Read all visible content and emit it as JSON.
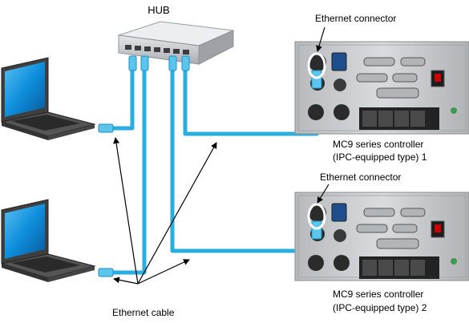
{
  "hub": {
    "label": "HUB"
  },
  "controllers": [
    {
      "connector_label": "Ethernet connector",
      "title_line1": "MC9 series controller",
      "title_line2": "(IPC-equipped type) 1"
    },
    {
      "connector_label": "Ethernet connector",
      "title_line1": "MC9 series controller",
      "title_line2": "(IPC-equipped type) 2"
    }
  ],
  "cable": {
    "label": "Ethernet cable"
  },
  "colors": {
    "cable": "#29aee0",
    "cable_plug": "#5cc5ee",
    "hub_body": "#cfd2d6",
    "hub_shadow": "#8e9297",
    "laptop_body": "#4a4a4a",
    "laptop_screen": "#0d8fd8",
    "controller_panel": "#c6c9cc",
    "controller_dark": "#2b2b2b",
    "arrow": "#000000"
  }
}
